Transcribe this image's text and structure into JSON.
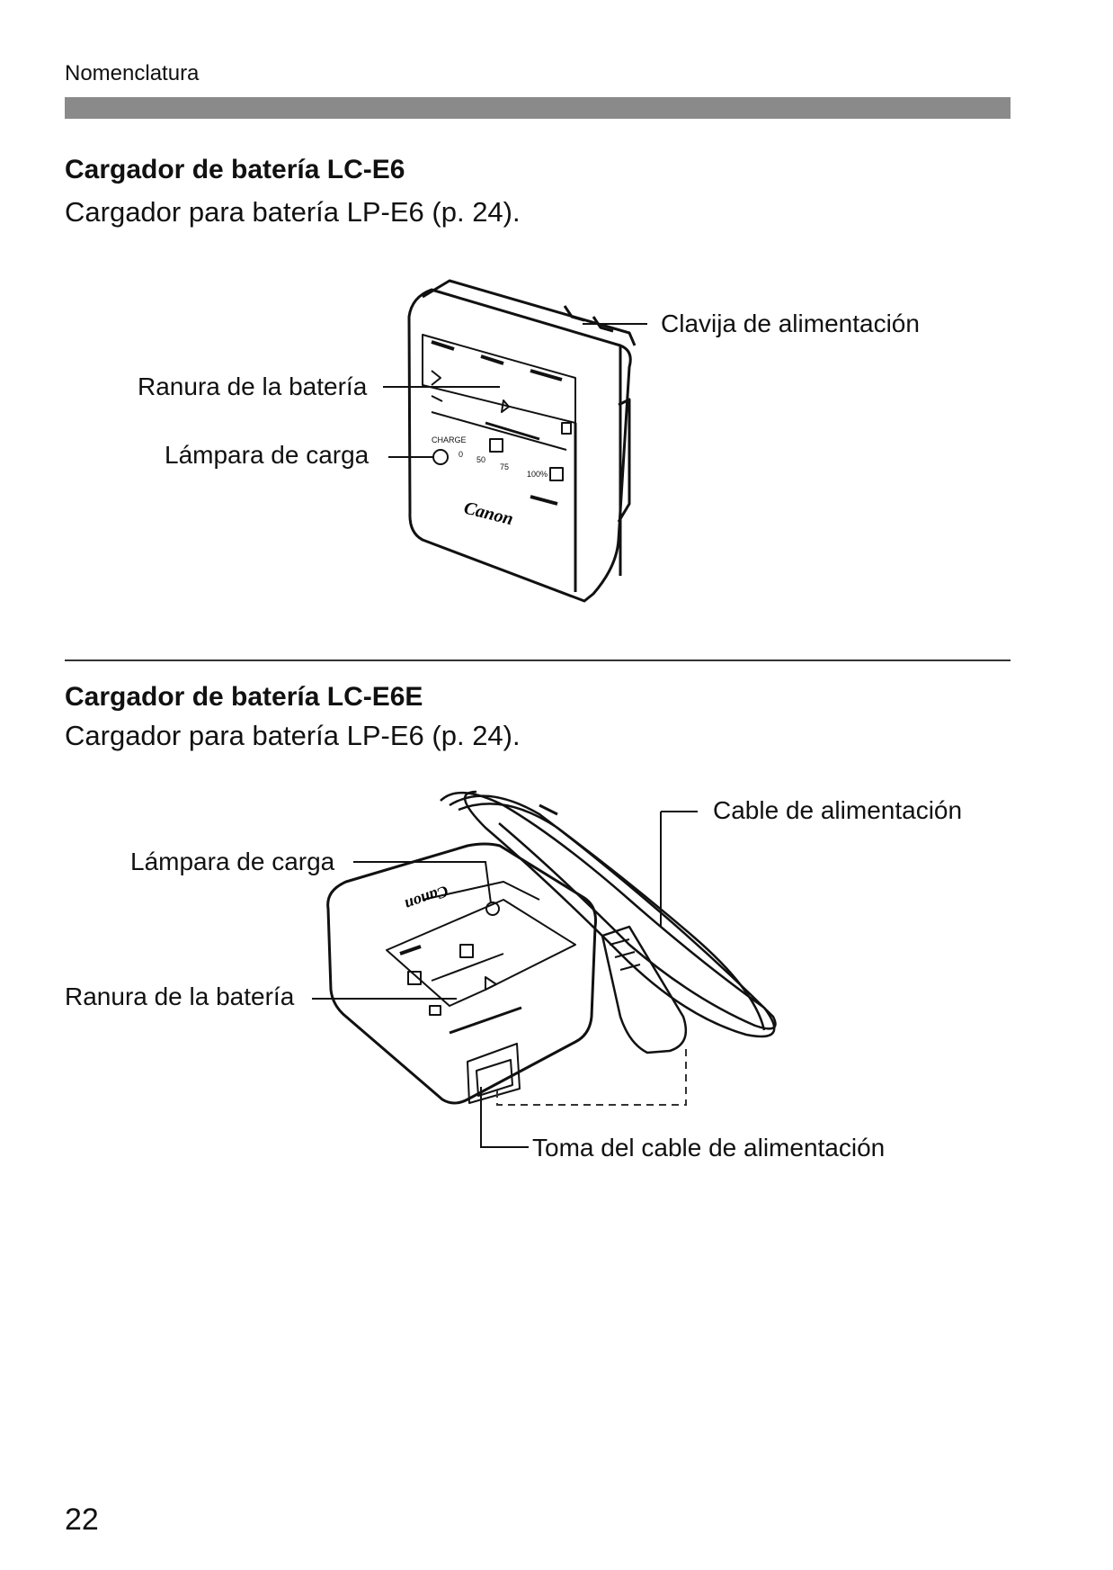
{
  "header": {
    "section_label": "Nomenclatura"
  },
  "sections": [
    {
      "title": "Cargador de batería LC-E6",
      "subtitle": "Cargador para batería LP-E6 (p. 24).",
      "callouts": {
        "plug": "Clavija de alimentación",
        "slot": "Ranura de la batería",
        "lamp": "Lámpara de carga"
      }
    },
    {
      "title": "Cargador de batería LC-E6E",
      "subtitle": "Cargador para batería LP-E6 (p. 24).",
      "callouts": {
        "cord": "Cable de alimentación",
        "lamp": "Lámpara de carga",
        "slot": "Ranura de la batería",
        "socket": "Toma del cable de alimentación"
      }
    }
  ],
  "illustration": {
    "brand_logo": "Canon",
    "indicator_labels": [
      "CHARGE",
      "0",
      "50",
      "75",
      "100%"
    ]
  },
  "footer": {
    "page_number": "22"
  }
}
